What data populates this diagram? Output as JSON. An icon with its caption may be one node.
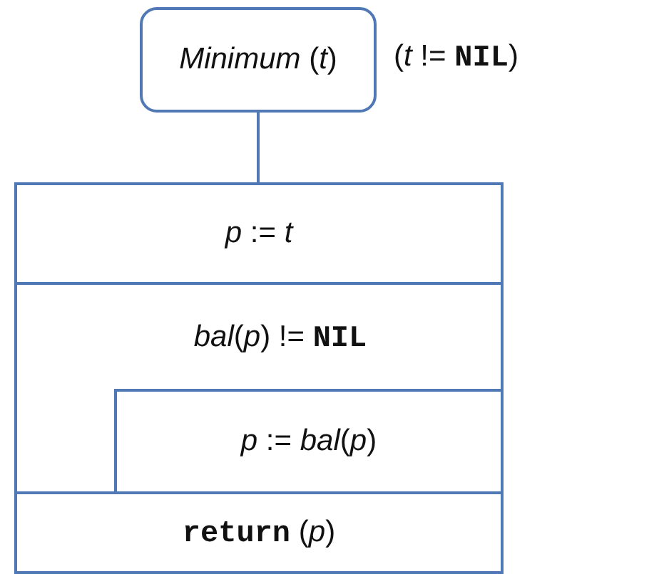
{
  "diagram": {
    "nodes": [
      {
        "text": [
          "*Minimum* (*t*)"
        ],
        "beside": [
          "(*t* != **NIL**)"
        ]
      },
      {
        "text": [],
        "shape": "box"
      },
      {
        "text": [
          "*p* := *t*"
        ],
        "in": 1
      },
      {
        "text": [
          "*bal*(*p*) != **NIL**"
        ],
        "in": 1
      },
      {
        "text": [
          "*p* := *bal*(*p*)"
        ],
        "in": 3
      },
      {
        "text": [
          "**return** (*p*)"
        ],
        "in": 1
      }
    ],
    "edges": [
      {
        "from": 0,
        "to": 1,
        "arrow": "none"
      }
    ]
  }
}
